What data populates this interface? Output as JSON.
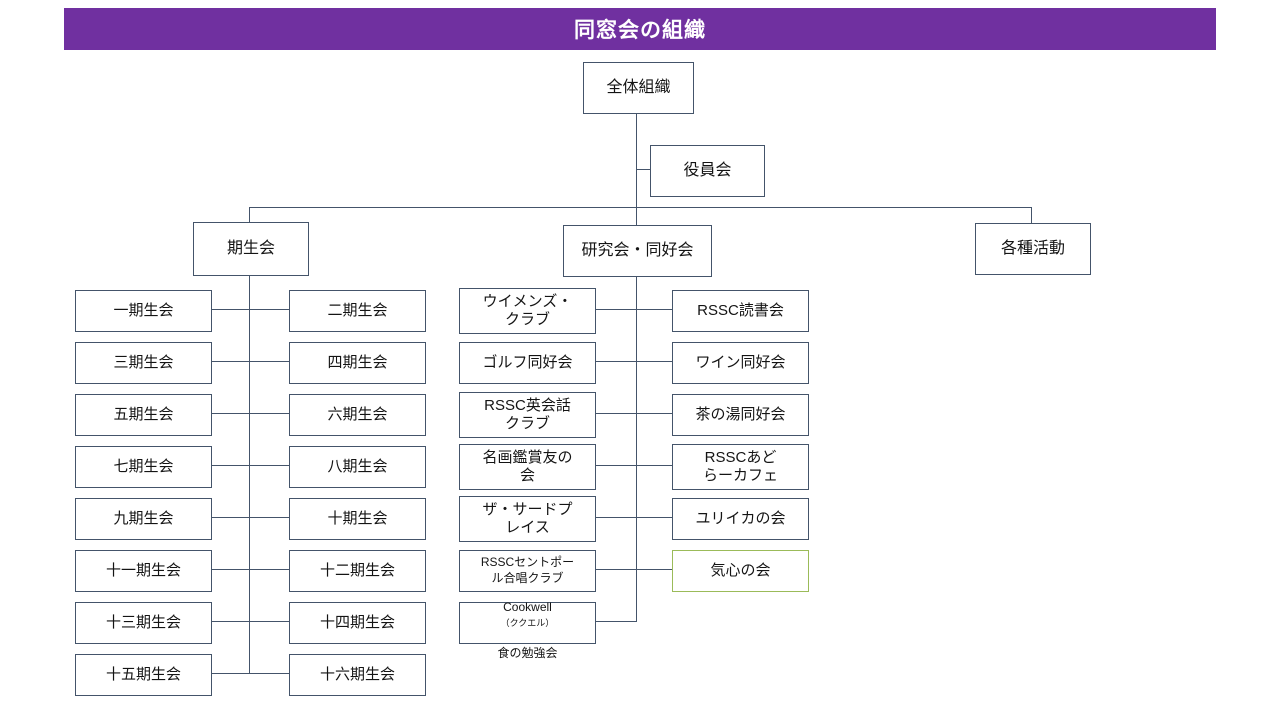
{
  "header": {
    "title": "同窓会の組織"
  },
  "colors": {
    "header_bg": "#7030A0",
    "line": "#44546A",
    "highlight": "#9BBB59"
  },
  "nodes": {
    "root": "全体組織",
    "board": "役員会",
    "kisei": "期生会",
    "clubs": "研究会・同好会",
    "activities": "各種活動"
  },
  "kisei": {
    "left": [
      "一期生会",
      "三期生会",
      "五期生会",
      "七期生会",
      "九期生会",
      "十一期生会",
      "十三期生会",
      "十五期生会"
    ],
    "right": [
      "二期生会",
      "四期生会",
      "六期生会",
      "八期生会",
      "十期生会",
      "十二期生会",
      "十四期生会",
      "十六期生会"
    ]
  },
  "clubs": {
    "left": [
      "ウイメンズ・\nクラブ",
      "ゴルフ同好会",
      "RSSC英会話\nクラブ",
      "名画鑑賞友の\n会",
      "ザ・サードプ\nレイス",
      "RSSCセントポー\nル合唱クラブ"
    ],
    "cookwell": {
      "name": "Cookwell",
      "reading": "（ククエル）",
      "line2": "食の勉強会"
    },
    "right": [
      "RSSC読書会",
      "ワイン同好会",
      "茶の湯同好会",
      "RSSCあど\nらーカフェ",
      "ユリイカの会",
      "気心の会"
    ]
  }
}
